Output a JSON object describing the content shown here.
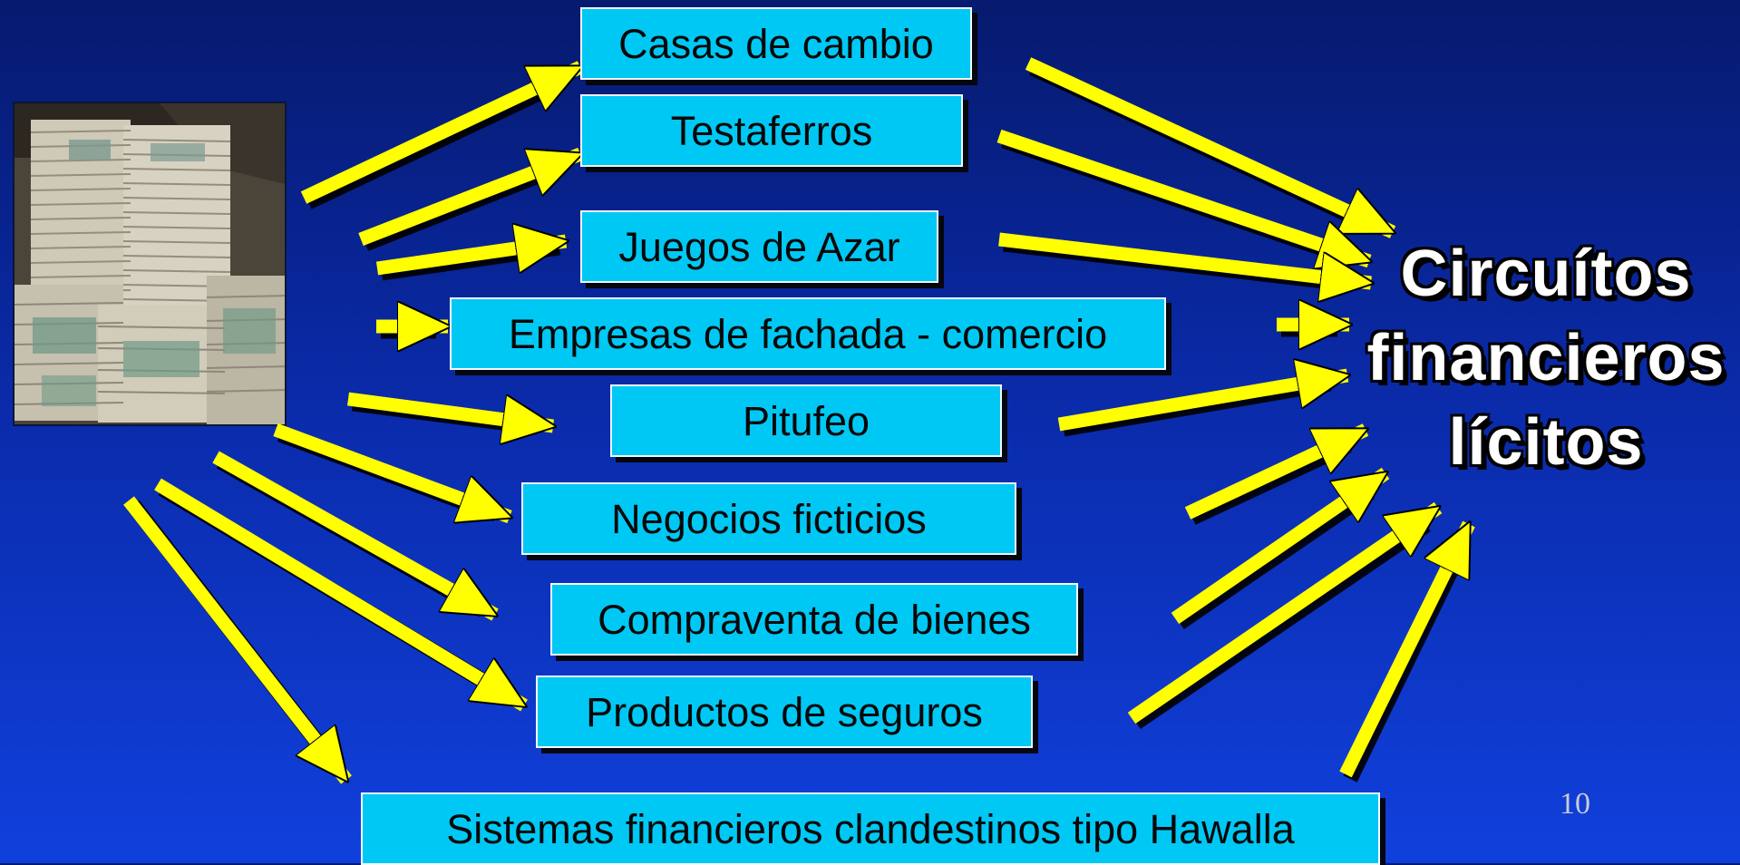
{
  "colors": {
    "box_fill": "#00c8f4",
    "arrow": "#ffff00",
    "background": "#0a2aa8",
    "title_text": "#ffffff"
  },
  "image": {
    "icon": "money-stacks-photo"
  },
  "channels": [
    "Casas de cambio",
    "Testaferros",
    "Juegos de Azar",
    "Empresas de fachada - comercio",
    "Pitufeo",
    "Negocios ficticios",
    "Compraventa de bienes",
    "Productos de seguros",
    "Sistemas financieros clandestinos tipo Hawalla"
  ],
  "target": {
    "line1": "Circuítos",
    "line2": "financieros",
    "line3": "lícitos"
  },
  "page_number": "10"
}
